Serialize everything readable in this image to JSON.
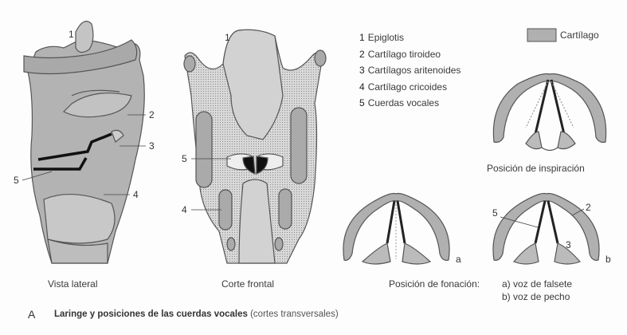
{
  "legend": {
    "items": [
      {
        "num": "1",
        "label": "Epiglotis"
      },
      {
        "num": "2",
        "label": "Cartílago tiroideo"
      },
      {
        "num": "3",
        "label": "Cartílagos aritenoides"
      },
      {
        "num": "4",
        "label": "Cartílago cricoides"
      },
      {
        "num": "5",
        "label": "Cuerdas vocales"
      }
    ],
    "swatch_label": "Cartílago",
    "swatch_color": "#b0b0b0"
  },
  "panels": {
    "lateral": {
      "title": "Vista lateral",
      "callouts": [
        "1",
        "2",
        "3",
        "4",
        "5"
      ]
    },
    "frontal": {
      "title": "Corte frontal",
      "callouts": [
        "1",
        "5",
        "4"
      ]
    },
    "inspiration": {
      "title": "Posición de inspiración"
    },
    "phonation": {
      "title": "Posición de fonación:",
      "a_label": "a)",
      "a_text": "voz de falsete",
      "b_label": "b)",
      "b_text": "voz de pecho",
      "panel_a": "a",
      "panel_b": "b",
      "callouts_b": [
        "5",
        "2",
        "3"
      ]
    }
  },
  "figure": {
    "letter": "A",
    "caption_bold": "Laringe y posiciones de las cuerdas vocales",
    "caption_note": "(cortes transversales)"
  },
  "colors": {
    "cartilage": "#b0b0b0",
    "tissue": "#d6d6d6",
    "outline": "#555555",
    "dark": "#1a1a1a"
  }
}
